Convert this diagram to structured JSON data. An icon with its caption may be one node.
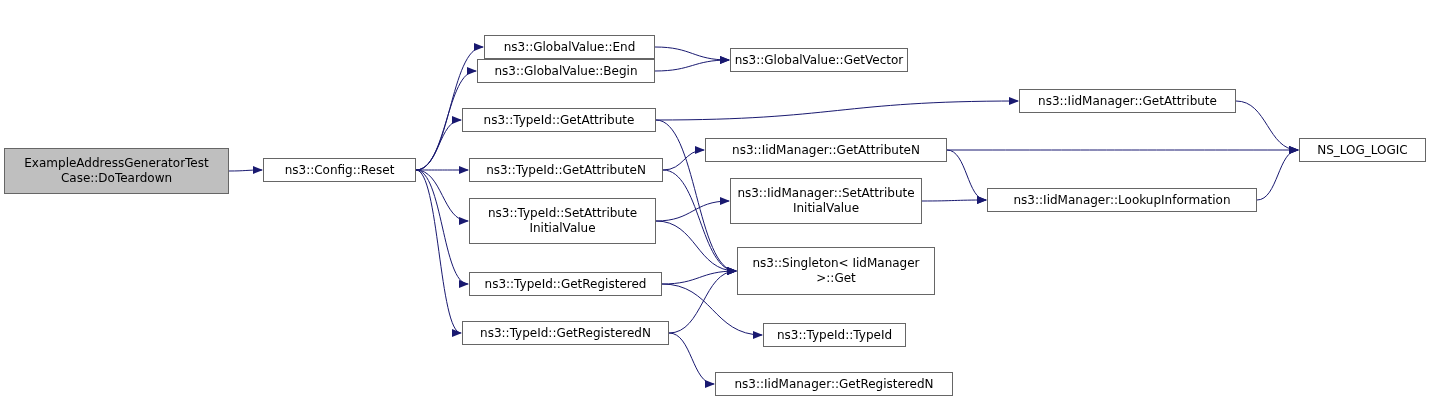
{
  "diagram": {
    "nodes": [
      {
        "text": [
          "ExampleAddressGeneratorTest Case::DoTeardown"
        ]
      },
      {
        "text": [
          "ns3::Config::Reset"
        ]
      },
      {
        "text": [
          "ns3::GlobalValue::End"
        ]
      },
      {
        "text": [
          "ns3::GlobalValue::Begin"
        ]
      },
      {
        "text": [
          "ns3::TypeId::GetAttribute"
        ]
      },
      {
        "text": [
          "ns3::TypeId::GetAttributeN"
        ]
      },
      {
        "text": [
          "ns3::TypeId::SetAttribute InitialValue"
        ]
      },
      {
        "text": [
          "ns3::TypeId::GetRegistered"
        ]
      },
      {
        "text": [
          "ns3::TypeId::GetRegisteredN"
        ]
      },
      {
        "text": [
          "ns3::GlobalValue::GetVector"
        ]
      },
      {
        "text": [
          "ns3::IidManager::GetAttribute"
        ]
      },
      {
        "text": [
          "ns3::IidManager::GetAttributeN"
        ]
      },
      {
        "text": [
          "ns3::IidManager::SetAttribute InitialValue"
        ]
      },
      {
        "text": [
          "ns3::Singleton< IidManager >::Get"
        ]
      },
      {
        "text": [
          "ns3::TypeId::TypeId"
        ]
      },
      {
        "text": [
          "ns3::IidManager::GetRegisteredN"
        ]
      },
      {
        "text": [
          "ns3::IidManager::LookupInformation"
        ]
      },
      {
        "text": [
          "NS_LOG_LOGIC"
        ]
      }
    ],
    "edges": [
      {
        "from": 0,
        "to": 1,
        "arrow": "to"
      },
      {
        "from": 1,
        "to": 2,
        "arrow": "to"
      },
      {
        "from": 1,
        "to": 3,
        "arrow": "to"
      },
      {
        "from": 1,
        "to": 4,
        "arrow": "to"
      },
      {
        "from": 1,
        "to": 5,
        "arrow": "to"
      },
      {
        "from": 1,
        "to": 6,
        "arrow": "to"
      },
      {
        "from": 1,
        "to": 7,
        "arrow": "to"
      },
      {
        "from": 1,
        "to": 8,
        "arrow": "to"
      },
      {
        "from": 2,
        "to": 9,
        "arrow": "to"
      },
      {
        "from": 3,
        "to": 9,
        "arrow": "to"
      },
      {
        "from": 4,
        "to": 10,
        "arrow": "to"
      },
      {
        "from": 4,
        "to": 13,
        "arrow": "to"
      },
      {
        "from": 5,
        "to": 11,
        "arrow": "to"
      },
      {
        "from": 5,
        "to": 13,
        "arrow": "to"
      },
      {
        "from": 6,
        "to": 12,
        "arrow": "to"
      },
      {
        "from": 6,
        "to": 13,
        "arrow": "to"
      },
      {
        "from": 7,
        "to": 13,
        "arrow": "to"
      },
      {
        "from": 7,
        "to": 14,
        "arrow": "to"
      },
      {
        "from": 8,
        "to": 13,
        "arrow": "to"
      },
      {
        "from": 8,
        "to": 15,
        "arrow": "to"
      },
      {
        "from": 10,
        "to": 17,
        "arrow": "to"
      },
      {
        "from": 11,
        "to": 17,
        "arrow": "to"
      },
      {
        "from": 11,
        "to": 16,
        "arrow": "to"
      },
      {
        "from": 12,
        "to": 16,
        "arrow": "to"
      },
      {
        "from": 16,
        "to": 17,
        "arrow": "to"
      }
    ]
  }
}
